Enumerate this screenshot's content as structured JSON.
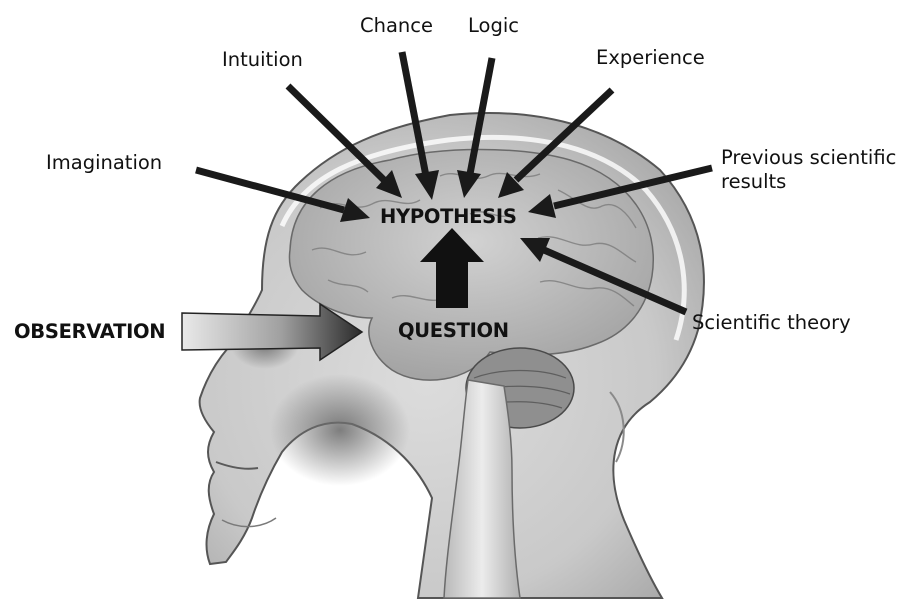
{
  "colors": {
    "arrow": "#1a1a1a",
    "head_fill": "#e4e4e4",
    "shadow": "#9a9a9a",
    "brain": "#b4b4b4",
    "cerebellum": "#8d8d8d",
    "text": "#111111"
  },
  "labels": {
    "chance": "Chance",
    "logic": "Logic",
    "intuition": "Intuition",
    "experience": "Experience",
    "imagination": "Imagination",
    "previous_results": "Previous scientific results",
    "hypothesis": "HYPOTHESIS",
    "observation": "OBSERVATION",
    "question": "QUESTION",
    "scientific_theory": "Scientific theory"
  }
}
